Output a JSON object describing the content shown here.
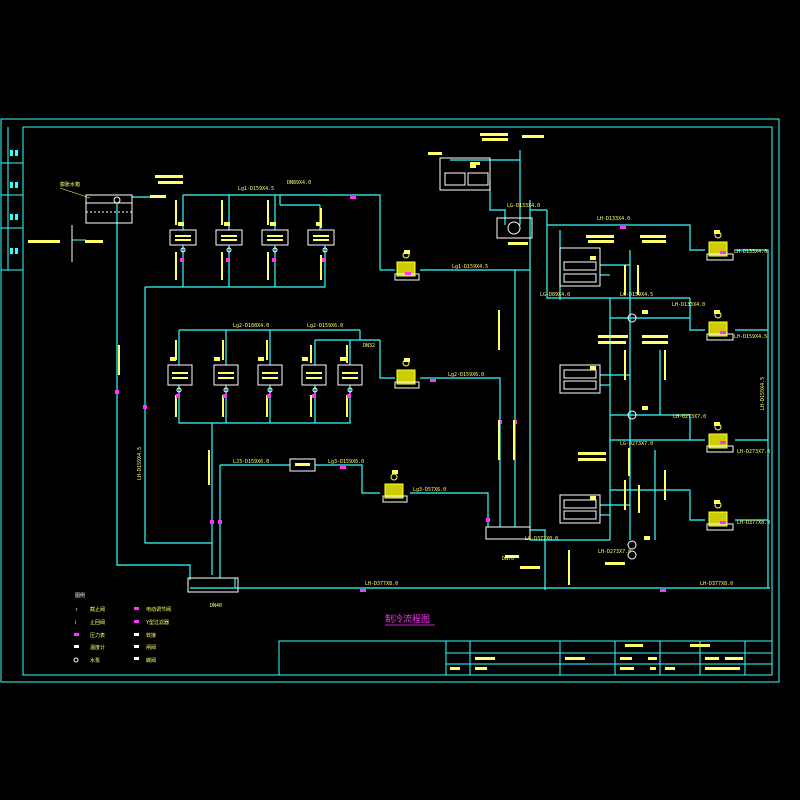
{
  "drawing": {
    "title": "制冷流程图",
    "colors": {
      "frame": "#33ffff",
      "pipe": "#33ffff",
      "equipment": "#ffffff",
      "pump": "#ffff33",
      "label": "#ffff66",
      "marker": "#ff33ff"
    }
  },
  "labels": {
    "top_header_a": "Lg1-D159X4.5",
    "top_header_b": "DN89X4.0",
    "mid_header_a": "Lg2-D108X4.0",
    "mid_header_b": "Lg2-D159X6.0",
    "low_line_a": "LJ3-D159X6.0",
    "low_line_b": "Lg3-D159X6.0",
    "low_line_c": "Lg3-D57X6.0",
    "upper_right_a": "Lg1-D159X4.5",
    "upper_right_b": "Lg2-D159X6.0",
    "rv_line_a": "LH-D159X4.5",
    "rv_line_b": "LH-D159X4.5",
    "bottom_line": "LH-D377X8.0",
    "bottom_line_b": "LH-D377X8.0",
    "right_top": "LH-D133X4.0",
    "right_lg1": "LG-D133X4.0",
    "right_lg2": "LG-D89X4.0",
    "right_lg3": "LG-D159X4.5",
    "right_lh1": "LH-D133X4.0",
    "right_lh2": "LH-D273X7.0",
    "right_lg4": "LG-D273X7.0",
    "right_lg5": "LG-D377X8.0",
    "right_lh3": "LH-D273X7.0",
    "right_lh4": "LH-D377X8.0",
    "right_lh5": "LH-D273X7.0",
    "right_lh6": "LH-D133X4.0",
    "right_lh7": "LH-D159X4.5",
    "tank_label": "膨胀水箱",
    "ref_dn40": "DN40",
    "ref_dn70": "DN70",
    "ref_dn32": "DN32"
  },
  "legend": {
    "title": "图例",
    "items": [
      "截止阀",
      "止回阀",
      "压力表",
      "温度计",
      "水泵",
      "电动调节阀",
      "Y型过滤器",
      "软接",
      "闸阀",
      "蝶阀"
    ]
  }
}
